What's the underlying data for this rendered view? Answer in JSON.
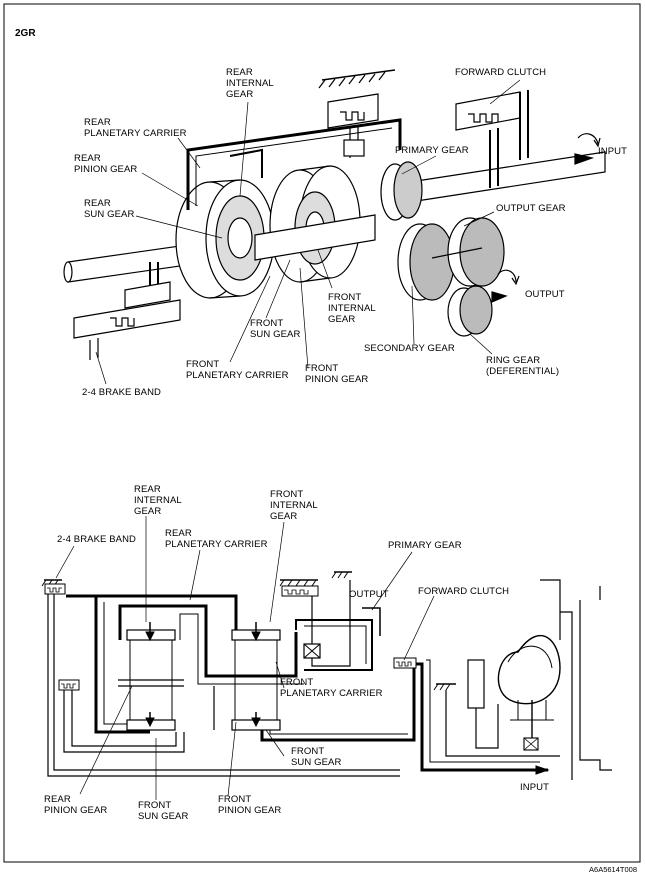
{
  "figure": {
    "title": "2GR",
    "code": "A6A5614T008"
  },
  "top_labels": {
    "rear_internal_gear": "REAR\nINTERNAL\nGEAR",
    "forward_clutch": "FORWARD CLUTCH",
    "rear_planetary_carrier": "REAR\nPLANETARY CARRIER",
    "rear_pinion_gear": "REAR\nPINION GEAR",
    "primary_gear": "PRIMARY GEAR",
    "input": "INPUT",
    "rear_sun_gear": "REAR\nSUN GEAR",
    "output_gear": "OUTPUT GEAR",
    "output": "OUTPUT",
    "front_internal_gear": "FRONT\nINTERNAL\nGEAR",
    "front_sun_gear": "FRONT\nSUN GEAR",
    "front_planetary_carrier": "FRONT\nPLANETARY CARRIER",
    "front_pinion_gear": "FRONT\nPINION GEAR",
    "secondary_gear": "SECONDARY GEAR",
    "ring_gear": "RING GEAR\n(DEFERENTIAL)",
    "brake_band": "2-4 BRAKE BAND"
  },
  "bottom_labels": {
    "rear_internal_gear": "REAR\nINTERNAL\nGEAR",
    "front_internal_gear": "FRONT\nINTERNAL\nGEAR",
    "brake_band": "2-4 BRAKE BAND",
    "rear_planetary_carrier": "REAR\nPLANETARY CARRIER",
    "primary_gear": "PRIMARY GEAR",
    "output": "OUTPUT",
    "forward_clutch": "FORWARD CLUTCH",
    "front_planetary_carrier": "FRONT\nPLANETARY CARRIER",
    "front_sun_gear": "FRONT\nSUN GEAR",
    "input": "INPUT",
    "rear_pinion_gear": "REAR\nPINION GEAR",
    "front_sun_gear_2": "FRONT\nSUN GEAR",
    "front_pinion_gear": "FRONT\nPINION GEAR"
  }
}
